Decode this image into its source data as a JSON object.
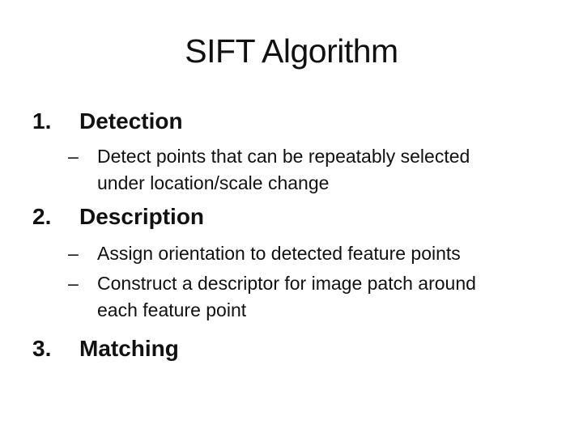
{
  "slide": {
    "title": "SIFT Algorithm",
    "colors": {
      "background": "#ffffff",
      "text": "#111111"
    },
    "items": [
      {
        "number": "1.",
        "heading": "Detection",
        "bullets": [
          {
            "dash": "–",
            "lines": [
              "Detect points that can be repeatably selected",
              "under location/scale change"
            ]
          }
        ]
      },
      {
        "number": "2.",
        "heading": "Description",
        "bullets": [
          {
            "dash": "–",
            "lines": [
              "Assign orientation to detected feature points"
            ]
          },
          {
            "dash": "–",
            "lines": [
              "Construct a descriptor for image patch around",
              "each feature point"
            ]
          }
        ]
      },
      {
        "number": "3.",
        "heading": "Matching",
        "bullets": []
      }
    ]
  }
}
